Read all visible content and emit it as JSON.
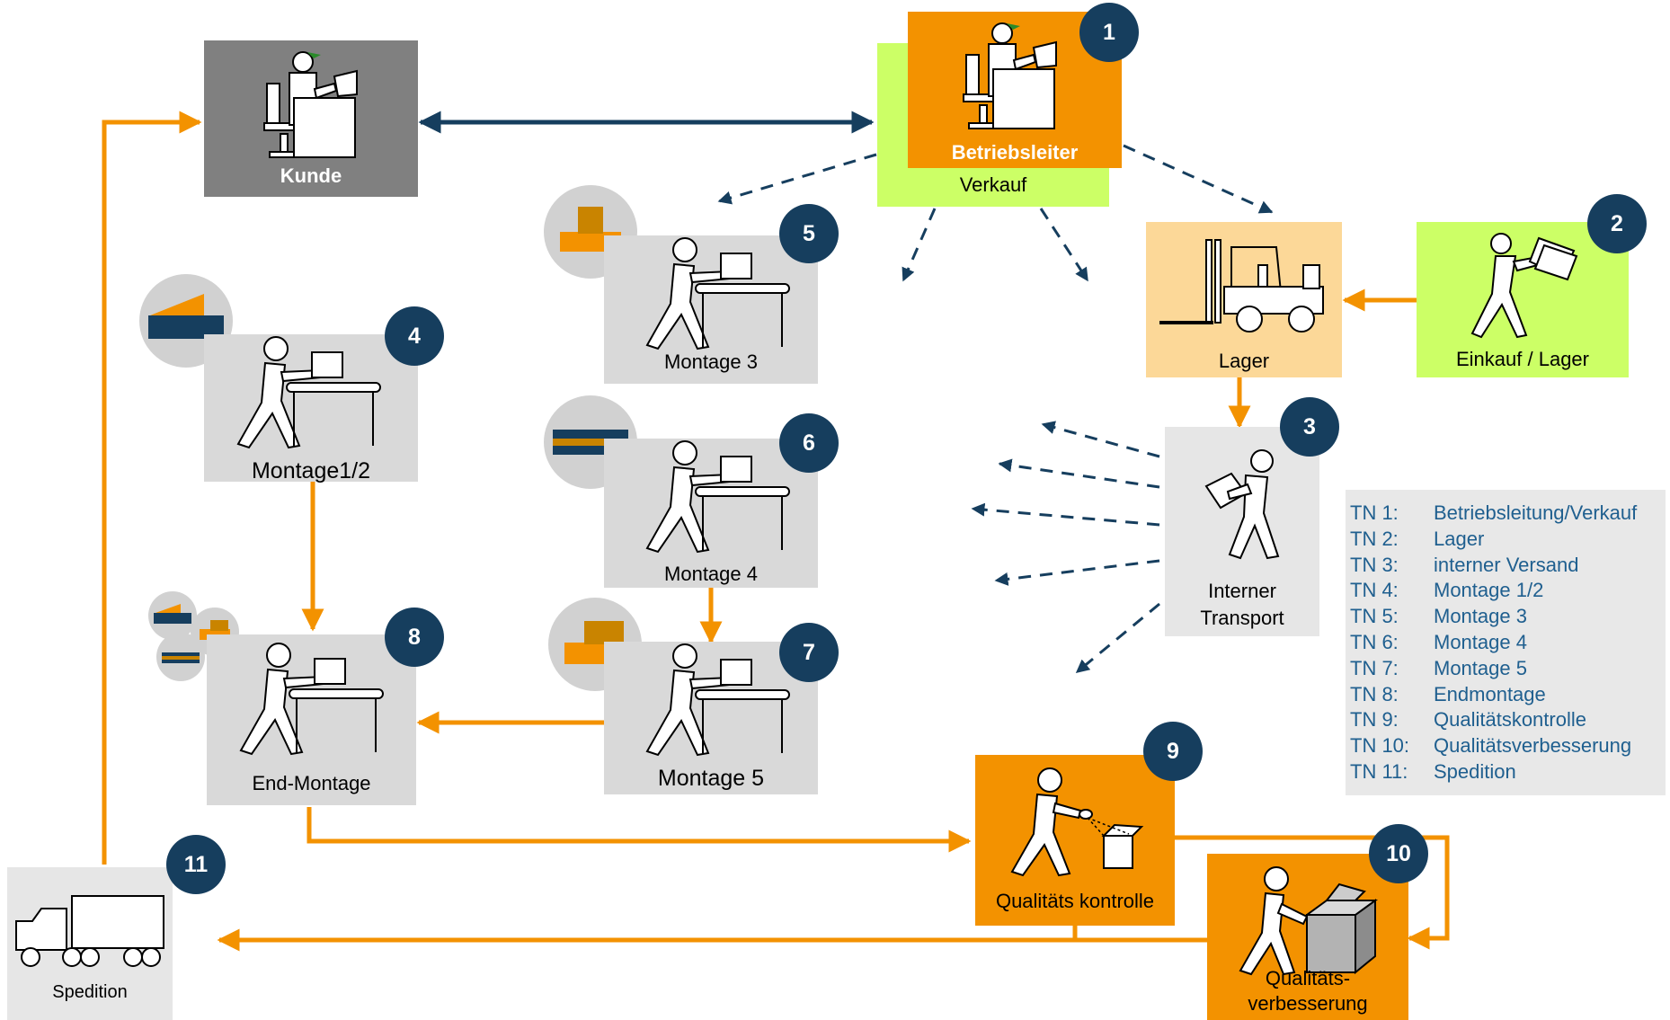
{
  "colors": {
    "navy": "#163e5e",
    "orange": "#f39200",
    "green": "#ccff66",
    "peach": "#fcd898",
    "legend_text": "#1f5f8f"
  },
  "stations": {
    "kunde": "Kunde",
    "betriebsleiter": "Betriebsleiter",
    "verkauf": "Verkauf",
    "lager": "Lager",
    "einkauf": "Einkauf / Lager",
    "montage3": "Montage 3",
    "montage12": "Montage1/2",
    "montage4": "Montage 4",
    "montage5": "Montage 5",
    "endmontage": "End-Montage",
    "transport_l1": "Interner",
    "transport_l2": "Transport",
    "qk": "Qualitäts kontrolle",
    "qv_l1": "Qualitäts-",
    "qv_l2": "verbesserung",
    "spedition": "Spedition"
  },
  "badges": {
    "b1": "1",
    "b2": "2",
    "b3": "3",
    "b4": "4",
    "b5": "5",
    "b6": "6",
    "b7": "7",
    "b8": "8",
    "b9": "9",
    "b10": "10",
    "b11": "11"
  },
  "legend": [
    {
      "key": "TN 1:",
      "value": "Betriebsleitung/Verkauf"
    },
    {
      "key": "TN 2:",
      "value": "Lager"
    },
    {
      "key": "TN 3:",
      "value": "interner Versand"
    },
    {
      "key": "TN 4:",
      "value": "Montage 1/2"
    },
    {
      "key": "TN 5:",
      "value": "Montage 3"
    },
    {
      "key": "TN 6:",
      "value": "Montage 4"
    },
    {
      "key": "TN 7:",
      "value": "Montage 5"
    },
    {
      "key": "TN 8:",
      "value": "Endmontage"
    },
    {
      "key": "TN 9:",
      "value": "Qualitätskontrolle"
    },
    {
      "key": "TN 10:",
      "value": "Qualitätsverbesserung"
    },
    {
      "key": "TN 11:",
      "value": "Spedition"
    }
  ],
  "icons": [
    "office-worker-icon",
    "forklift-icon",
    "carrying-person-icon",
    "assembly-worker-icon",
    "inspector-icon",
    "box-worker-icon",
    "truck-icon",
    "money-icon"
  ]
}
